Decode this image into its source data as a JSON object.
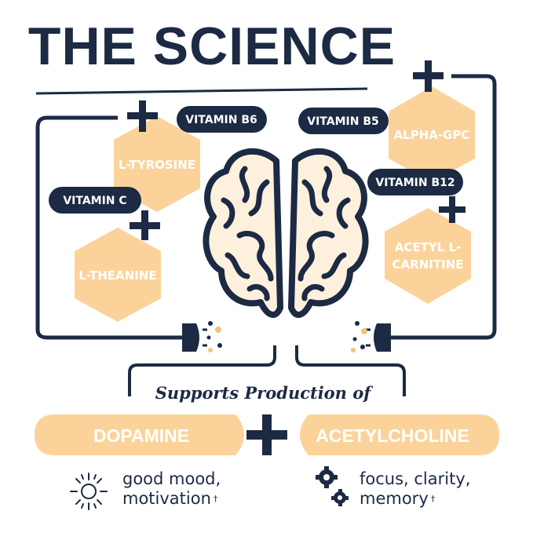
{
  "title": "THE SCIENCE",
  "nutrients": {
    "vitamin_b6": "VITAMIN B6",
    "vitamin_b5": "VITAMIN B5",
    "vitamin_c": "VITAMIN C",
    "vitamin_b12": "VITAMIN B12"
  },
  "hexagons": {
    "l_tyrosine": "L-TYROSINE",
    "l_theanine": "L-THEANINE",
    "alpha_gpc": "ALPHA-GPC",
    "acetyl_line1": "ACETYL L-",
    "acetyl_line2": "CARNITINE"
  },
  "supports": "Supports Production of",
  "outputs": {
    "dopamine": "DOPAMINE",
    "acetylcholine": "ACETYLCHOLINE"
  },
  "benefits": {
    "left_line1": "good mood,",
    "left_line2": "motivation",
    "right_line1": "focus, clarity,",
    "right_line2": "memory",
    "dagger": "†"
  },
  "colors": {
    "navy": "#1c2a44",
    "peach": "#fbd39a",
    "white": "#ffffff"
  },
  "icons": {
    "left": "sun-icon",
    "right": "gears-icon"
  }
}
